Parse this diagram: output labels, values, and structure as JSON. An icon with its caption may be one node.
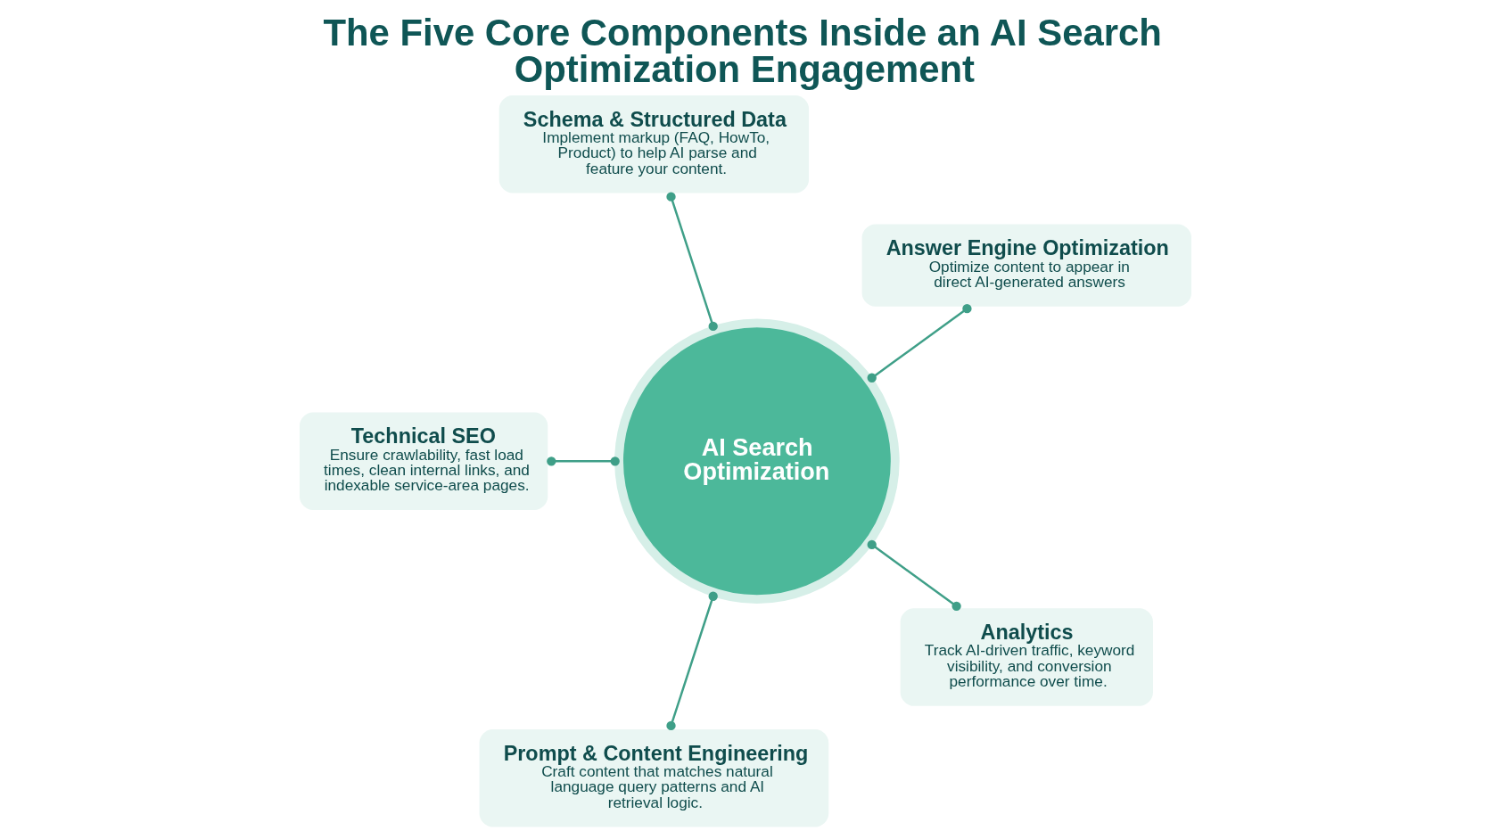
{
  "diagram": {
    "title": "The Five Core Components Inside an AI Search Optimization Engagement",
    "nodes": [
      {
        "text": [
          "AI Search Optimization"
        ]
      },
      {
        "text": [
          "Answer Engine Optimization",
          "Optimize content to appear in direct AI-generated answers"
        ]
      },
      {
        "text": [
          "Schema & Structured Data",
          "Implement markup (FAQ, HowTo, Product) to help AI parse and feature your content."
        ]
      },
      {
        "text": [
          "Technical SEO",
          "Ensure crawlability, fast load times, clean internal links, and indexable service-area pages."
        ]
      },
      {
        "text": [
          "Prompt & Content Engineering",
          "Craft content that matches natural language query patterns and AI retrieval logic."
        ]
      },
      {
        "text": [
          "Analytics",
          "Track AI-driven traffic, keyword visibility, and conversion performance over time."
        ]
      }
    ],
    "edges": [
      {
        "from": 0,
        "to": 1,
        "arrow": "other"
      },
      {
        "from": 0,
        "to": 2,
        "arrow": "other"
      },
      {
        "from": 0,
        "to": 3,
        "arrow": "other"
      },
      {
        "from": 0,
        "to": 4,
        "arrow": "other"
      },
      {
        "from": 0,
        "to": 5,
        "arrow": "other"
      }
    ]
  }
}
